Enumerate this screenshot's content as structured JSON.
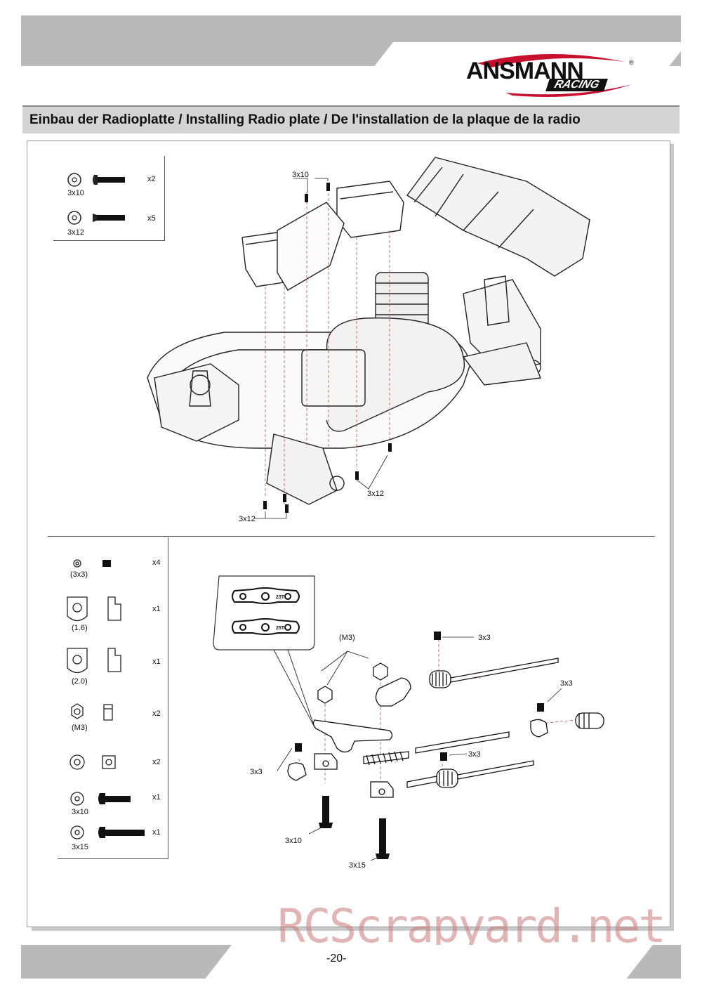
{
  "header": {
    "logo_text": "ANSMANN",
    "logo_reg": "®",
    "logo_sub": "RACING"
  },
  "title": "Einbau der Radioplatte / Installing Radio plate / De l'installation de la plaque de la radio",
  "section1": {
    "parts": [
      {
        "size": "3x10",
        "qty": "x2"
      },
      {
        "size": "3x12",
        "qty": "x5"
      }
    ],
    "callouts": {
      "top": "3x10",
      "right": "3x12",
      "bottom": "3x12"
    }
  },
  "section2": {
    "parts": [
      {
        "size": "(3x3)",
        "qty": "x4"
      },
      {
        "size": "(1.6)",
        "qty": "x1"
      },
      {
        "size": "(2.0)",
        "qty": "x1"
      },
      {
        "size": "(M3)",
        "qty": "x2"
      },
      {
        "size": "",
        "qty": "x2"
      },
      {
        "size": "3x10",
        "qty": "x1"
      },
      {
        "size": "3x15",
        "qty": "x1"
      }
    ],
    "inset": {
      "arm_a": "23T",
      "arm_b": "25T"
    },
    "callouts": {
      "m3": "(M3)",
      "setscrew_top": "3x3",
      "setscrew_right": "3x3",
      "setscrew_left": "3x3",
      "setscrew_mid": "3x3",
      "screw_10": "3x10",
      "screw_15": "3x15"
    }
  },
  "footer": {
    "page": "-20-"
  },
  "watermark": "RCScrapyard.net"
}
